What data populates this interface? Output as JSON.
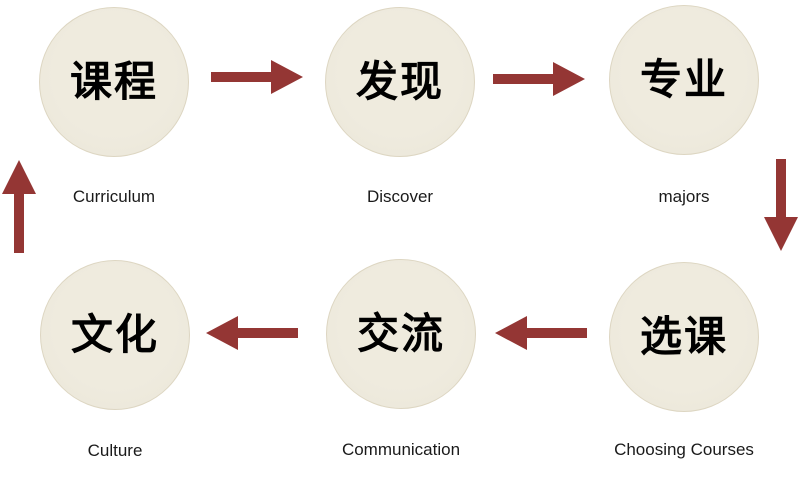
{
  "diagram": {
    "type": "cycle",
    "nodes": [
      {
        "zh": "课程",
        "en": "Curriculum"
      },
      {
        "zh": "发现",
        "en": "Discover"
      },
      {
        "zh": "专业",
        "en": "majors"
      },
      {
        "zh": "选课",
        "en": "Choosing Courses"
      },
      {
        "zh": "交流",
        "en": "Communication"
      },
      {
        "zh": "文化",
        "en": "Culture"
      }
    ],
    "flow_order": [
      "Curriculum",
      "Discover",
      "majors",
      "Choosing Courses",
      "Communication",
      "Culture"
    ],
    "arrow_directions": [
      "right",
      "right",
      "down",
      "left",
      "left",
      "up"
    ]
  },
  "colors": {
    "background": "#FFFFFF",
    "arrow": "#943634",
    "circle_fill": "#ECE8DB",
    "circle_edge": "#DDD6C2",
    "text": "#1A1A1A"
  }
}
